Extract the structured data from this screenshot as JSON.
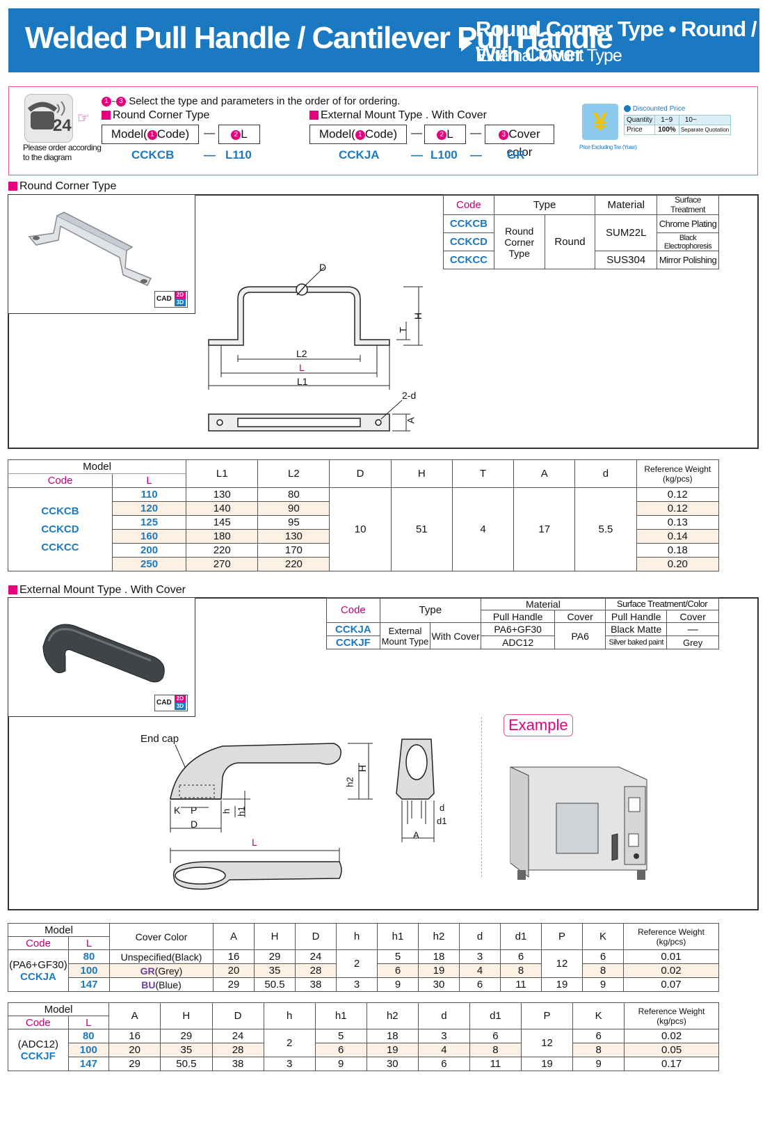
{
  "header": {
    "title": "Welded Pull Handle / Cantilever Pull Handle",
    "subtitle1": "Round Corner Type • Round / With Cover",
    "subtitle2": "External Mount Type"
  },
  "order": {
    "instruction": "Select the type and parameters in the order of for ordering.",
    "step_range": "1~3",
    "diagram_note1": "Please order according",
    "diagram_note2": "to the diagram",
    "round": {
      "title": "Round Corner Type",
      "model_label": "Model(",
      "code_label": "Code)",
      "l_label": "L",
      "example_code": "CCKCB",
      "example_l": "L110"
    },
    "external": {
      "title": "External Mount Type . With Cover",
      "model_label": "Model(",
      "code_label": "Code)",
      "l_label": "L",
      "cover_label": "Cover color",
      "example_code": "CCKJA",
      "example_l": "L100",
      "example_cover": "GR"
    },
    "price": {
      "title": "Discounted Price",
      "qty_label": "Quantity",
      "qty1": "1~9",
      "qty2": "10~",
      "price_label": "Price",
      "p1": "100%",
      "p2": "Separate Quotation",
      "note": "Price Excluding Tax (Yuan)"
    },
    "dash": "—"
  },
  "sec1": {
    "label": "Round Corner Type",
    "cad": "CAD",
    "cad2d": "2D",
    "cad3d": "3D",
    "spec_headers": [
      "Code",
      "Type",
      "Material",
      "Surface Treatment"
    ],
    "spec_type1": "Round Corner Type",
    "spec_type2": "Round",
    "spec_rows": [
      {
        "code": "CCKCB",
        "material": "SUM22L",
        "surface": "Chrome Plating"
      },
      {
        "code": "CCKCD",
        "material": "",
        "surface": "Black Electrophoresis"
      },
      {
        "code": "CCKCC",
        "material": "SUS304",
        "surface": "Mirror Polishing"
      }
    ],
    "dims": {
      "D": "D",
      "H": "H",
      "T": "T",
      "L2": "L2",
      "L": "L",
      "L1": "L1",
      "d2": "2-d",
      "A": "A"
    }
  },
  "table1": {
    "h_model": "Model",
    "h_code": "Code",
    "h_l": "L",
    "cols": [
      "L1",
      "L2",
      "D",
      "H",
      "T",
      "A",
      "d"
    ],
    "h_weight": "Reference Weight (kg/pcs)",
    "codes": [
      "CCKCB",
      "CCKCD",
      "CCKCC"
    ],
    "shared": {
      "D": "10",
      "H": "51",
      "T": "4",
      "A": "17",
      "d": "5.5"
    },
    "rows": [
      {
        "L": "110",
        "L1": "130",
        "L2": "80",
        "w": "0.12"
      },
      {
        "L": "120",
        "L1": "140",
        "L2": "90",
        "w": "0.12"
      },
      {
        "L": "125",
        "L1": "145",
        "L2": "95",
        "w": "0.13"
      },
      {
        "L": "160",
        "L1": "180",
        "L2": "130",
        "w": "0.14"
      },
      {
        "L": "200",
        "L1": "220",
        "L2": "170",
        "w": "0.18"
      },
      {
        "L": "250",
        "L1": "270",
        "L2": "220",
        "w": "0.20"
      }
    ]
  },
  "sec2": {
    "label": "External Mount Type . With Cover",
    "spec_h_code": "Code",
    "spec_h_type": "Type",
    "spec_h_material": "Material",
    "spec_h_surface": "Surface Treatment/Color",
    "spec_h_pull": "Pull Handle",
    "spec_h_cover": "Cover",
    "type1": "External Mount Type",
    "type2": "With Cover",
    "rows": [
      {
        "code": "CCKJA",
        "pull": "PA6+GF30",
        "surface_pull": "Black Matte",
        "surface_cover": "—"
      },
      {
        "code": "CCKJF",
        "pull": "ADC12",
        "surface_pull": "Silver baked paint",
        "surface_cover": "Grey"
      }
    ],
    "cover_material": "PA6",
    "end_cap": "End cap",
    "example": "Example",
    "dims": {
      "H": "H",
      "h2": "h2",
      "h": "h",
      "h1": "h1",
      "K": "K",
      "P": "P",
      "D": "D",
      "L": "L",
      "d": "d",
      "d1": "d1",
      "A": "A"
    }
  },
  "table2": {
    "h_model": "Model",
    "h_code": "Code",
    "h_l": "L",
    "h_cover": "Cover Color",
    "cols": [
      "A",
      "H",
      "D",
      "h",
      "h1",
      "h2",
      "d",
      "d1",
      "P",
      "K"
    ],
    "h_weight": "Reference Weight (kg/pcs)",
    "material": "(PA6+GF30)",
    "code": "CCKJA",
    "rows": [
      {
        "L": "80",
        "cover": "Unspecified(Black)",
        "A": "16",
        "H": "29",
        "D": "24",
        "h1": "5",
        "h2": "18",
        "d": "3",
        "d1": "6",
        "K": "6",
        "w": "0.01"
      },
      {
        "L": "100",
        "cover_code": "GR",
        "cover": "(Grey)",
        "A": "20",
        "H": "35",
        "D": "28",
        "h1": "6",
        "h2": "19",
        "d": "4",
        "d1": "8",
        "K": "8",
        "w": "0.02"
      },
      {
        "L": "147",
        "cover_code": "BU",
        "cover": "(Blue)",
        "A": "29",
        "H": "50.5",
        "D": "38",
        "h": "3",
        "h1": "9",
        "h2": "30",
        "d": "6",
        "d1": "11",
        "P": "19",
        "K": "9",
        "w": "0.07"
      }
    ],
    "shared_h": "2",
    "shared_P": "12"
  },
  "table3": {
    "h_model": "Model",
    "h_code": "Code",
    "h_l": "L",
    "cols": [
      "A",
      "H",
      "D",
      "h",
      "h1",
      "h2",
      "d",
      "d1",
      "P",
      "K"
    ],
    "h_weight": "Reference Weight (kg/pcs)",
    "material": "(ADC12)",
    "code": "CCKJF",
    "rows": [
      {
        "L": "80",
        "A": "16",
        "H": "29",
        "D": "24",
        "h1": "5",
        "h2": "18",
        "d": "3",
        "d1": "6",
        "K": "6",
        "w": "0.02"
      },
      {
        "L": "100",
        "A": "20",
        "H": "35",
        "D": "28",
        "h1": "6",
        "h2": "19",
        "d": "4",
        "d1": "8",
        "K": "8",
        "w": "0.05"
      },
      {
        "L": "147",
        "A": "29",
        "H": "50.5",
        "D": "38",
        "h": "3",
        "h1": "9",
        "h2": "30",
        "d": "6",
        "d1": "11",
        "P": "19",
        "K": "9",
        "w": "0.17"
      }
    ],
    "shared_h": "2",
    "shared_P": "12"
  }
}
